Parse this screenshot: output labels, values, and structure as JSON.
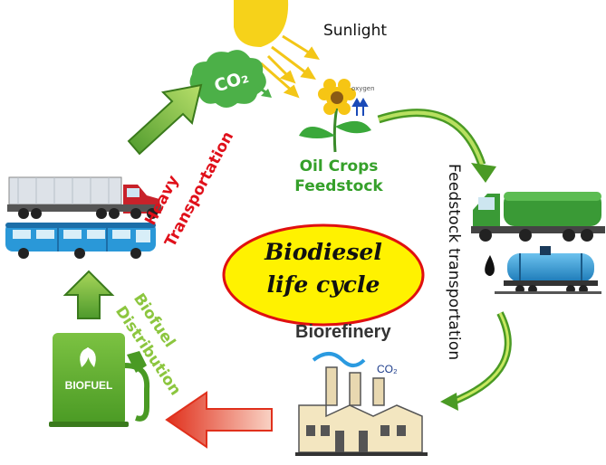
{
  "labels": {
    "sunlight": "Sunlight",
    "oil_crops_line1": "Oil Crops",
    "oil_crops_line2": "Feedstock",
    "feedstock_transportation": "Feedstock transportation",
    "biorefinery": "Biorefinery",
    "heavy_line1": "Heavy",
    "heavy_line2": "Transportation",
    "biofuel_line1": "Biofuel",
    "biofuel_line2": "Distribution",
    "center_line1": "Biodiesel",
    "center_line2": "life cycle",
    "co2_cloud": "CO₂",
    "co2_smoke": "CO₂",
    "oxygen": "oxygen",
    "pump_label": "BIOFUEL"
  },
  "colors": {
    "sun": "#f6d21a",
    "leaf_green": "#3aa83a",
    "heavy_red": "#e0101a",
    "biofuel_green": "#8cc63f",
    "center_fill": "#fff200",
    "center_border": "#e01010",
    "arrow_green": "#6fb43a",
    "arrow_red": "#e03a2a",
    "tank_blue": "#3aa0d8"
  }
}
